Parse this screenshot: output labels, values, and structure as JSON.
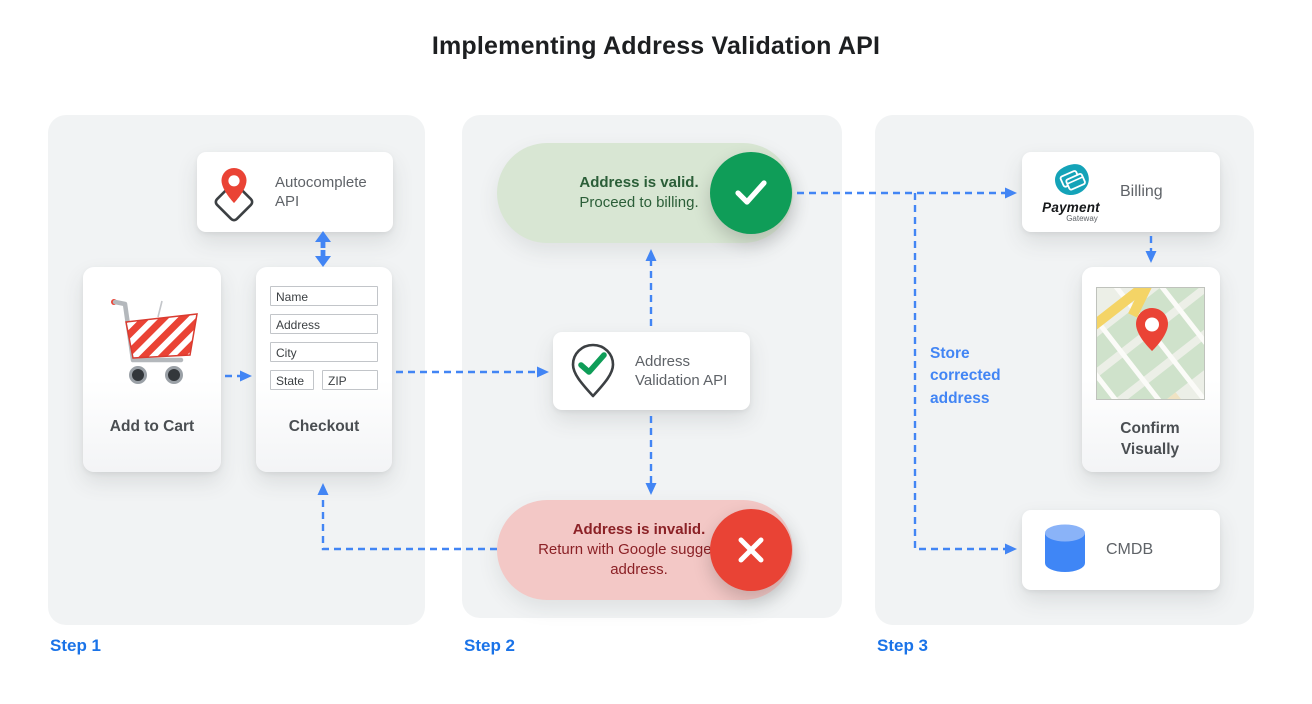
{
  "title": "Implementing Address Validation API",
  "steps": {
    "step1": {
      "label": "Step 1",
      "autocomplete_api": "Autocomplete API",
      "add_to_cart": "Add to Cart",
      "checkout": {
        "label": "Checkout",
        "fields": {
          "name": "Name",
          "address": "Address",
          "city": "City",
          "state": "State",
          "zip": "ZIP"
        }
      }
    },
    "step2": {
      "label": "Step 2",
      "valid": {
        "title": "Address is valid.",
        "subtitle": "Proceed to billing."
      },
      "validation_api": "Address Validation API",
      "invalid": {
        "title": "Address is invalid.",
        "subtitle": "Return with Google suggested address."
      }
    },
    "step3": {
      "label": "Step 3",
      "billing": "Billing",
      "payment_logo": {
        "primary": "Payment",
        "secondary": "Gateway"
      },
      "store_note": "Store corrected address",
      "confirm_visually": "Confirm Visually",
      "cmdb": "CMDB"
    }
  },
  "icons": {
    "autocomplete": "map-pin-on-diamond-icon",
    "cart": "shopping-cart-icon",
    "validation": "pin-with-check-icon",
    "valid": "check-circle-icon",
    "invalid": "x-circle-icon",
    "billing": "payment-gateway-logo",
    "confirm": "map-with-pin-image",
    "cmdb": "database-cylinder-icon"
  },
  "colors": {
    "panel_bg": "#f1f3f4",
    "arrow_blue": "#4285f4",
    "step_label_blue": "#1a73e8",
    "valid_pill_bg": "#d8e6d3",
    "valid_text": "#2b5e38",
    "valid_circle": "#0f9d58",
    "invalid_pill_bg": "#f3c8c6",
    "invalid_text": "#8b2126",
    "invalid_circle": "#e94335",
    "pin_red": "#ea4335",
    "gateway_teal": "#14a3b8",
    "cmdb_blue": "#3f86f6",
    "card_text_gray": "#5f6368"
  }
}
